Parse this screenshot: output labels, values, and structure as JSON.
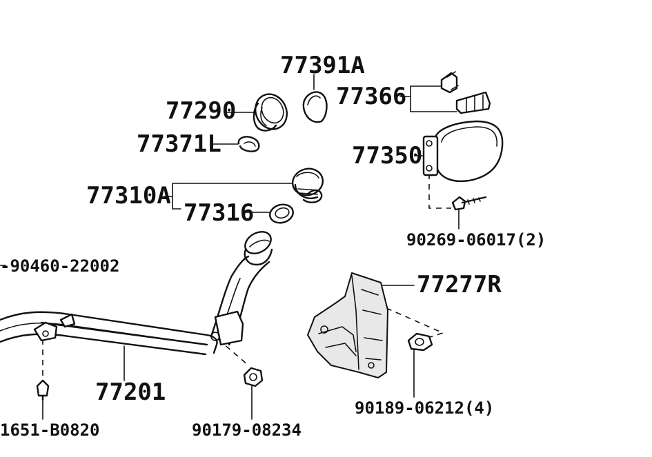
{
  "labels": {
    "p77391A": "77391A",
    "p77366": "77366",
    "p77290": "77290",
    "p77371L": "77371L",
    "p77350": "77350",
    "p77310A": "77310A",
    "p77316": "77316",
    "p90269": "90269-06017(2)",
    "p90460": "-90460-22002",
    "p77277R": "77277R",
    "p77201": "77201",
    "p90189": "90189-06212(4)",
    "p91651": "1651-B0820",
    "p90179": "90179-08234"
  }
}
